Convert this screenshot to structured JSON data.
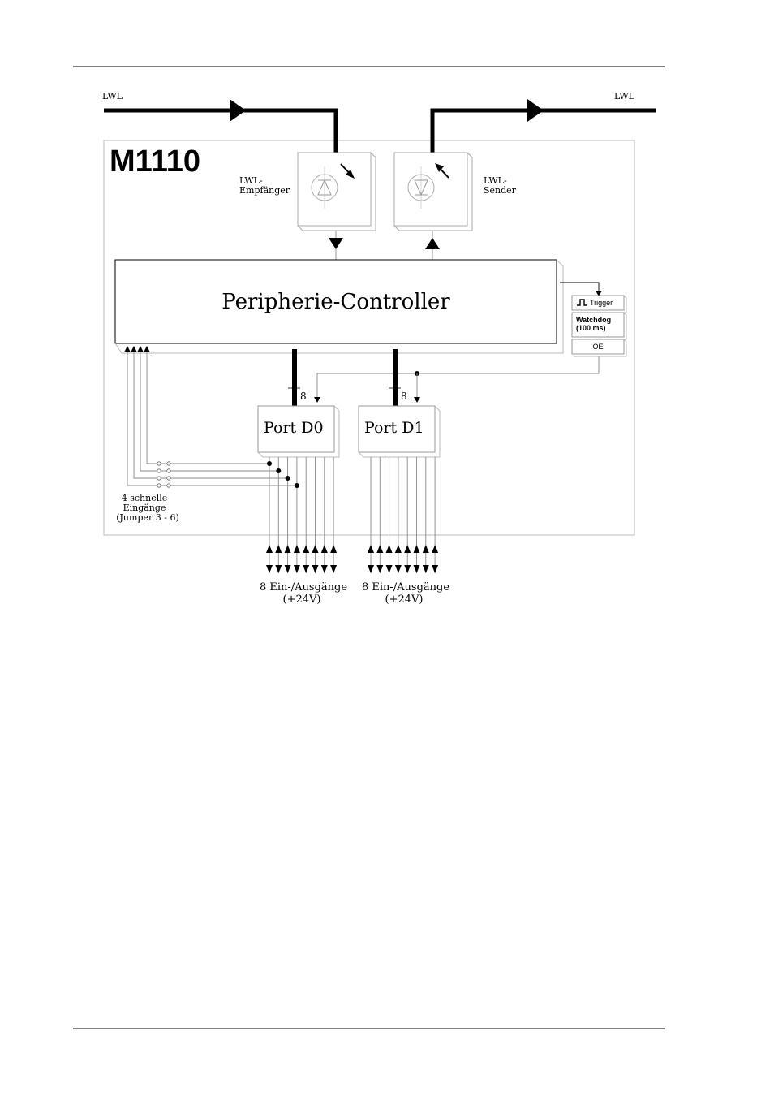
{
  "lwl_in_label": "LWL",
  "lwl_out_label": "LWL",
  "module_title": "M1110",
  "receiver_label": [
    "LWL-",
    "Empfänger"
  ],
  "transmitter_label": [
    "LWL-",
    "Sender"
  ],
  "controller_label": "Peripherie-Controller",
  "trigger_label": "Trigger",
  "watchdog_label": [
    "Watchdog",
    "(100  ms)"
  ],
  "oe_label": "OE",
  "bus_width_d0": "8",
  "bus_width_d1": "8",
  "port_d0_label": "Port  D0",
  "port_d1_label": "Port  D1",
  "fast_inputs_label": [
    "4  schnelle",
    "Eingänge",
    "(Jumper  3  -  6)"
  ],
  "io_d0_label": [
    "8  Ein-/Ausgänge",
    "(+24V)"
  ],
  "io_d1_label": [
    "8  Ein-/Ausgänge",
    "(+24V)"
  ]
}
